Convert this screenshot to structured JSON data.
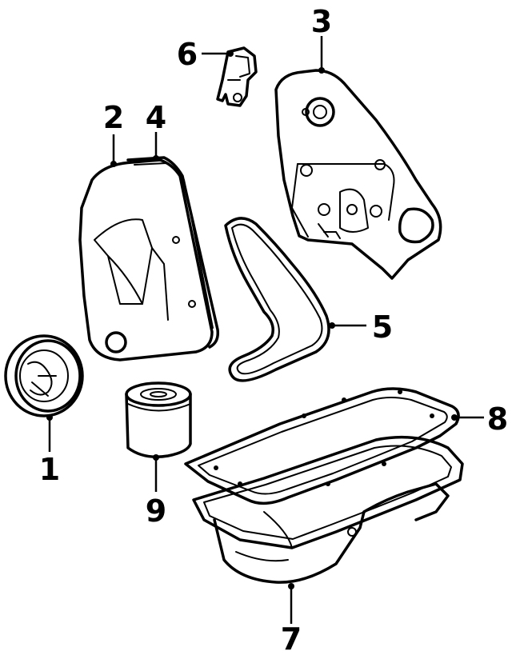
{
  "diagram": {
    "callouts": [
      {
        "number": "1"
      },
      {
        "number": "2"
      },
      {
        "number": "3"
      },
      {
        "number": "4"
      },
      {
        "number": "5"
      },
      {
        "number": "6"
      },
      {
        "number": "7"
      },
      {
        "number": "8"
      },
      {
        "number": "9"
      }
    ]
  },
  "colors": {
    "line": "#000000",
    "background": "#ffffff"
  }
}
